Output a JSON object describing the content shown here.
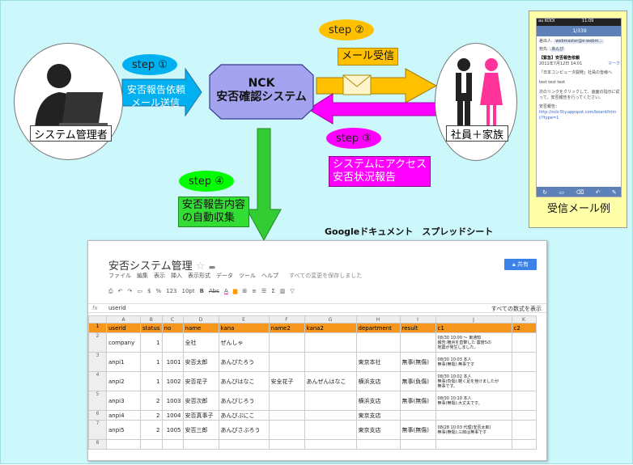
{
  "diagram": {
    "admin_label": "システム管理者",
    "family_label": "社員＋家族",
    "system_label": "NCK\n安否確認システム",
    "steps": {
      "s1": "step ①",
      "s2": "step ②",
      "s3": "step ③",
      "s4": "step ④"
    },
    "step1_text": "安否報告依頼\nメール送信",
    "step2_text": "メール受信",
    "step3_text": "システムにアクセス\n安否状況報告",
    "step4_text": "安否報告内容\nの自動収集",
    "sheet_caption": "Googleドキュメント　スプレッドシート",
    "phone_caption": "受信メール例"
  },
  "colors": {
    "background": "#ccf7fb",
    "step_oval": "#ffc000",
    "step1_oval": "#00b0f0",
    "step3_oval": "#ff00ff",
    "step4_oval": "#00ff00",
    "arrow_blue": "#00b0f0",
    "arrow_orange": "#ffc000",
    "arrow_magenta": "#ff00ff",
    "arrow_green": "#33cc33",
    "system_box": "#a3a3f0",
    "header_row": "#f6961d"
  },
  "phone": {
    "status_time": "11:09",
    "carrier": "au KDDI",
    "counter": "1/339",
    "from_label": "差出人:",
    "from_value": "webmaster@e-webm...",
    "to_label": "宛先:",
    "to_value": "あんぴ",
    "subject": "【緊急】安否報告依頼",
    "date": "2011年7月12日 14:01",
    "mark_label": "マーク",
    "body1": "「日本コンピュータ開発」社員の皆様へ",
    "body2": "test test test",
    "body3": "次のリンクをクリックして、画面の指示に従って、安否報告を行ってください。",
    "body4": "安否報告：",
    "link": "http://nck-5ty.appspot.com/board/htmi/?type=1"
  },
  "sheet": {
    "title": "安否システム管理",
    "menus": [
      "ファイル",
      "編集",
      "表示",
      "挿入",
      "表示形式",
      "データ",
      "ツール",
      "ヘルプ",
      "すべての変更を保存しました"
    ],
    "share": "共有",
    "toolbar": [
      "$",
      "%",
      "123",
      "10pt",
      "B",
      "Abc",
      "A",
      "Σ"
    ],
    "fx_label": "fx",
    "fx_value": "userid",
    "formula_toggle": "すべての数式を表示",
    "col_letters": [
      "",
      "A",
      "B",
      "C",
      "D",
      "E",
      "F",
      "G",
      "H",
      "I",
      "J",
      "K"
    ],
    "header": [
      "userid",
      "status",
      "no",
      "name",
      "kana",
      "name2",
      "kana2",
      "department",
      "result",
      "c1",
      "c2"
    ],
    "rows": [
      {
        "n": "2",
        "cells": [
          "company",
          "1",
          "",
          "全社",
          "ぜんしゃ",
          "",
          "",
          "",
          "",
          "08/30 10:00 ～ 東通知\n報告:横浜を直撃した 震度5の\n地震が発生しました。",
          ""
        ]
      },
      {
        "n": "3",
        "cells": [
          "anpi1",
          "1",
          "1001",
          "安否太郎",
          "あんぴたろう",
          "",
          "",
          "東京本社",
          "無事(無傷)",
          "08/30 10:03 本人\n無事(無傷):無事です",
          ""
        ]
      },
      {
        "n": "4",
        "cells": [
          "anpi2",
          "1",
          "1002",
          "安否花子",
          "あんぴはなこ",
          "安全花子",
          "あんぜんはなこ",
          "横浜支店",
          "無事(負傷)",
          "08/30 10:02 本人\n無事(負傷):軽く足を挫けましたが\n無事です。",
          ""
        ]
      },
      {
        "n": "5",
        "cells": [
          "anpi3",
          "2",
          "1003",
          "安否次郎",
          "あんぴじろう",
          "",
          "",
          "横浜支店",
          "無事(無傷)",
          "08/30 10:10 本人\n無事(無傷):大丈夫です。",
          ""
        ]
      },
      {
        "n": "6",
        "cells": [
          "anpi4",
          "2",
          "1004",
          "安否真事子",
          "あんぴぶにこ",
          "",
          "",
          "東京支店",
          "",
          "",
          ""
        ]
      },
      {
        "n": "7",
        "cells": [
          "anpi5",
          "2",
          "1005",
          "安否三郎",
          "あんぴさぶろう",
          "",
          "",
          "東京支店",
          "無事(無傷)",
          "08/28 10:03 代理(安否太郎)\n無事(無傷):三郎は無事です",
          ""
        ]
      },
      {
        "n": "8",
        "cells": [
          "",
          "",
          "",
          "",
          "",
          "",
          "",
          "",
          "",
          "",
          ""
        ]
      }
    ]
  }
}
